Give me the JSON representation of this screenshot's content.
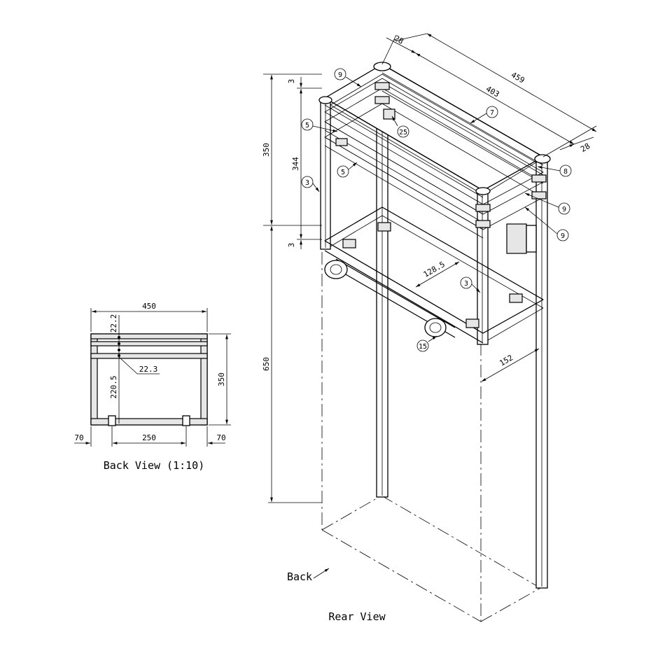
{
  "views": {
    "back_view_title": "Back View (1:10)",
    "rear_view_title": "Rear View",
    "back_arrow_label": "Back"
  },
  "back_view_dims": {
    "width": "450",
    "height": "350",
    "top_gap": "22.2",
    "mid_gap": "22.3",
    "drop": "220.5",
    "left_margin": "70",
    "center_span": "250",
    "right_margin": "70"
  },
  "rear_view_dims": {
    "d28_top": "28",
    "d459": "459",
    "d403": "403",
    "d28_right": "28",
    "d350": "350",
    "d344": "344",
    "d3_top": "3",
    "d3_bottom": "3",
    "d650": "650",
    "d128_5": "128.5",
    "d152": "152"
  },
  "balloons": {
    "b9_top": "9",
    "b7": "7",
    "b5_left": "5",
    "b25": "25",
    "b5_lower": "5",
    "b3_left": "3",
    "b8": "8",
    "b9_right_a": "9",
    "b9_right_b": "9",
    "b3_right": "3",
    "b15": "15"
  }
}
